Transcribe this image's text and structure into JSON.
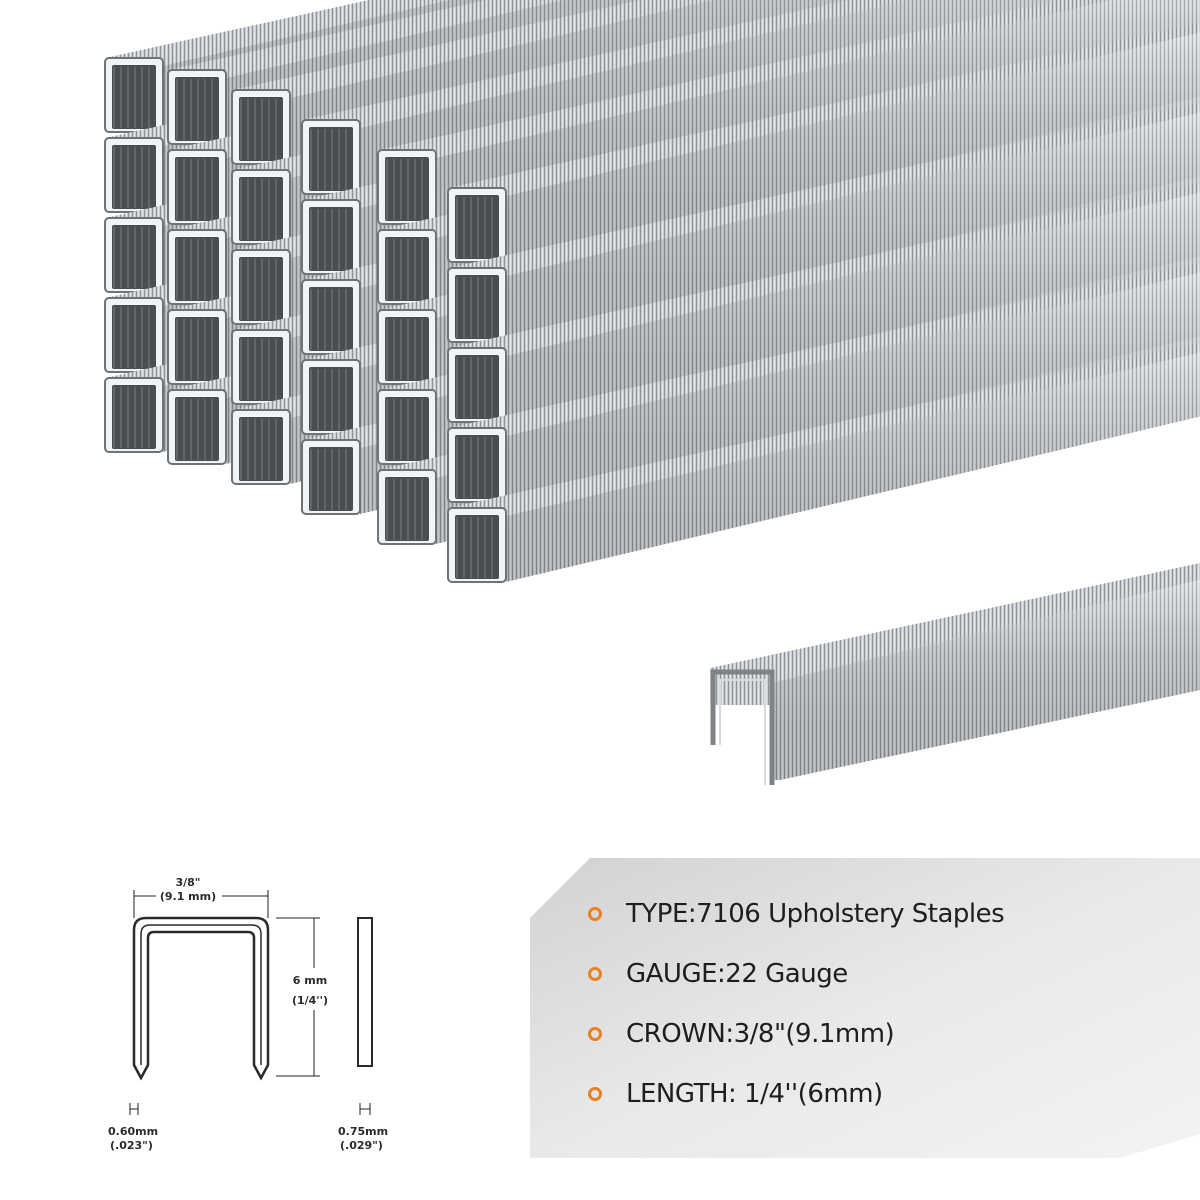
{
  "diagram": {
    "crown_fraction": "3/8\"",
    "crown_metric": "(9.1 mm)",
    "length_metric": "6 mm",
    "length_fraction": "(1/4'')",
    "wire_width_metric": "0.60mm",
    "wire_width_inch": "(.023\")",
    "wire_thickness_metric": "0.75mm",
    "wire_thickness_inch": "(.029\")"
  },
  "specs": [
    {
      "text": "TYPE:7106 Upholstery Staples"
    },
    {
      "text": "GAUGE:22 Gauge"
    },
    {
      "text": "CROWN:3/8\"(9.1mm)"
    },
    {
      "text": "LENGTH: 1/4''(6mm)"
    }
  ],
  "colors": {
    "accent": "#e8821e",
    "card": "#e6e6e6",
    "steel": "#b9bcc0"
  }
}
